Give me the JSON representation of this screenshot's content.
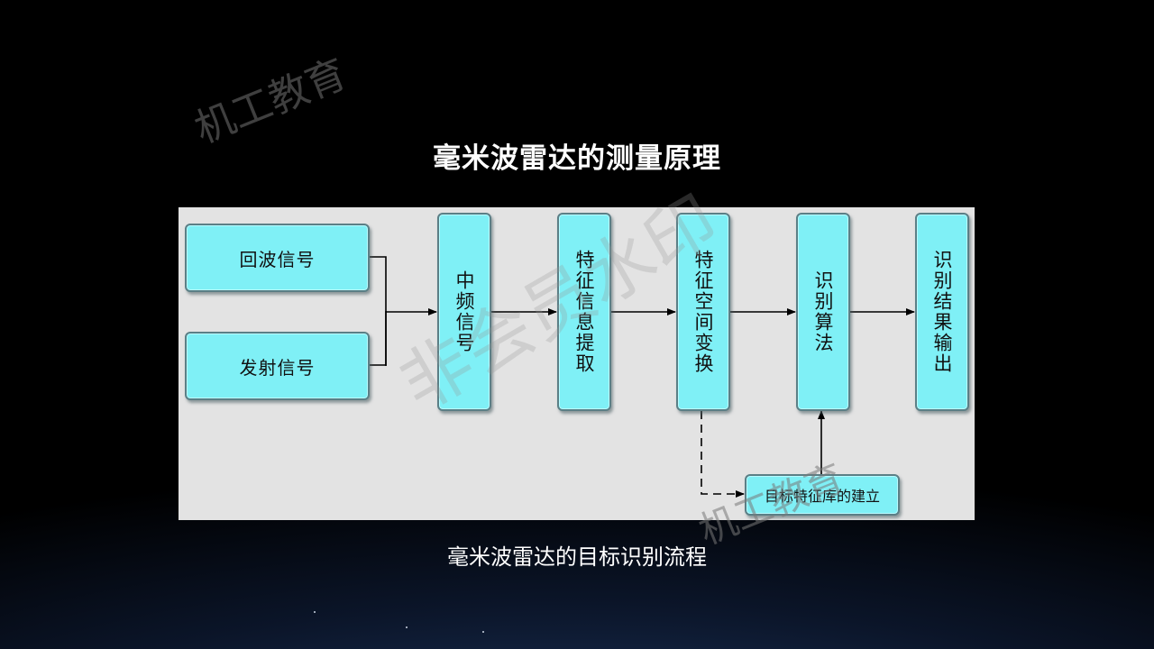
{
  "slide": {
    "title": "毫米波雷达的测量原理",
    "caption": "毫米波雷达的目标识别流程"
  },
  "diagram": {
    "nodes": {
      "echo": "回波信号",
      "transmit": "发射信号",
      "if": "中频信号",
      "feature_extract": "特征信息提取",
      "feature_transform": "特征空间变换",
      "algorithm": "识别算法",
      "output": "识别结果输出",
      "library": "目标特征库的建立"
    },
    "edges": [
      {
        "from": "echo",
        "to": "if",
        "style": "solid"
      },
      {
        "from": "transmit",
        "to": "if",
        "style": "solid"
      },
      {
        "from": "if",
        "to": "feature_extract",
        "style": "solid"
      },
      {
        "from": "feature_extract",
        "to": "feature_transform",
        "style": "solid"
      },
      {
        "from": "feature_transform",
        "to": "algorithm",
        "style": "solid"
      },
      {
        "from": "algorithm",
        "to": "output",
        "style": "solid"
      },
      {
        "from": "feature_transform",
        "to": "library",
        "style": "dashed"
      },
      {
        "from": "library",
        "to": "algorithm",
        "style": "solid"
      }
    ],
    "colors": {
      "box_fill": "#7ff0f6",
      "box_border": "#5b7f86",
      "panel": "#e3e3e3",
      "line": "#000000"
    }
  },
  "watermarks": {
    "top_left": "机工教育",
    "center": "非会员水印",
    "bottom_right": "机工教育"
  }
}
